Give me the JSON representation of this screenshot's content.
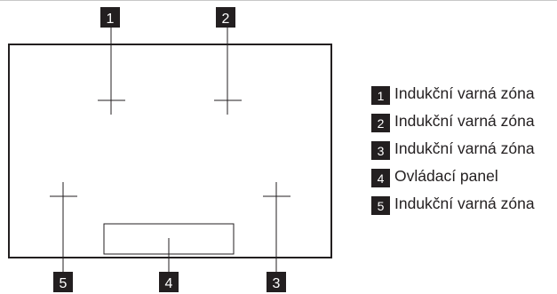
{
  "callouts": {
    "top_left": "1",
    "top_right": "2",
    "bottom_right": "3",
    "bottom_center": "4",
    "bottom_left": "5"
  },
  "legend": [
    {
      "number": "1",
      "label": "Indukční varná zóna"
    },
    {
      "number": "2",
      "label": "Indukční varná zóna"
    },
    {
      "number": "3",
      "label": "Indukční varná zóna"
    },
    {
      "number": "4",
      "label": "Ovládací panel"
    },
    {
      "number": "5",
      "label": "Indukční varná zóna"
    }
  ],
  "colors": {
    "ink": "#231f20",
    "badge_text": "#ffffff",
    "background": "#ffffff"
  }
}
